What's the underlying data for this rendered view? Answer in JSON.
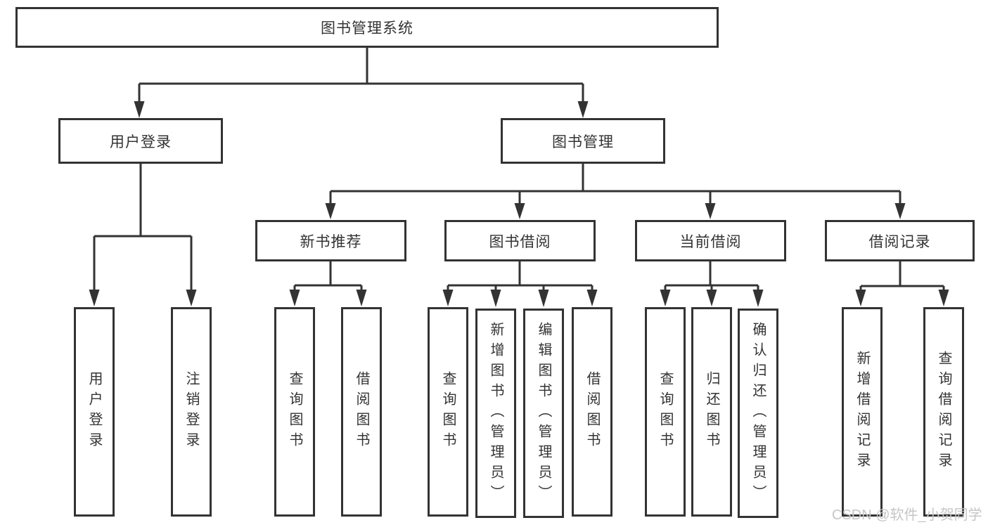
{
  "page": {
    "background": "#ffffff",
    "line_color": "#333333",
    "text_color": "#333333",
    "watermark_color": "#c6c6c6"
  },
  "nodes": {
    "root": {
      "label": "图书管理系统"
    },
    "user_login": {
      "label": "用户登录"
    },
    "book_management": {
      "label": "图书管理"
    },
    "new_book_recommend": {
      "label": "新书推荐"
    },
    "book_borrowing": {
      "label": "图书借阅"
    },
    "current_borrowing": {
      "label": "当前借阅"
    },
    "borrowing_records": {
      "label": "借阅记录"
    },
    "leaf_user_login": {
      "label": "用户登录"
    },
    "leaf_logout": {
      "label": "注销登录"
    },
    "leaf_rec_query_books": {
      "label": "查询图书"
    },
    "leaf_rec_borrow_books": {
      "label": "借阅图书"
    },
    "leaf_bb_query_books": {
      "label": "查询图书"
    },
    "leaf_bb_add_books_admin": {
      "label": "新增图书（管理员）"
    },
    "leaf_bb_edit_books_admin": {
      "label": "编辑图书（管理员）"
    },
    "leaf_bb_borrow_books": {
      "label": "借阅图书"
    },
    "leaf_cb_query_books": {
      "label": "查询图书"
    },
    "leaf_cb_return_books": {
      "label": "归还图书"
    },
    "leaf_cb_confirm_return_admin": {
      "label": "确认归还（管理员）"
    },
    "leaf_br_add_record": {
      "label": "新增借阅记录"
    },
    "leaf_br_query_record": {
      "label": "查询借阅记录"
    }
  },
  "hierarchy": {
    "图书管理系统": [
      "用户登录",
      "图书管理"
    ],
    "用户登录": [
      "用户登录",
      "注销登录"
    ],
    "图书管理": [
      "新书推荐",
      "图书借阅",
      "当前借阅",
      "借阅记录"
    ],
    "新书推荐": [
      "查询图书",
      "借阅图书"
    ],
    "图书借阅": [
      "查询图书",
      "新增图书（管理员）",
      "编辑图书（管理员）",
      "借阅图书"
    ],
    "当前借阅": [
      "查询图书",
      "归还图书",
      "确认归还（管理员）"
    ],
    "借阅记录": [
      "新增借阅记录",
      "查询借阅记录"
    ]
  },
  "watermark": {
    "text": "CSDN @软件_小贺同学"
  }
}
